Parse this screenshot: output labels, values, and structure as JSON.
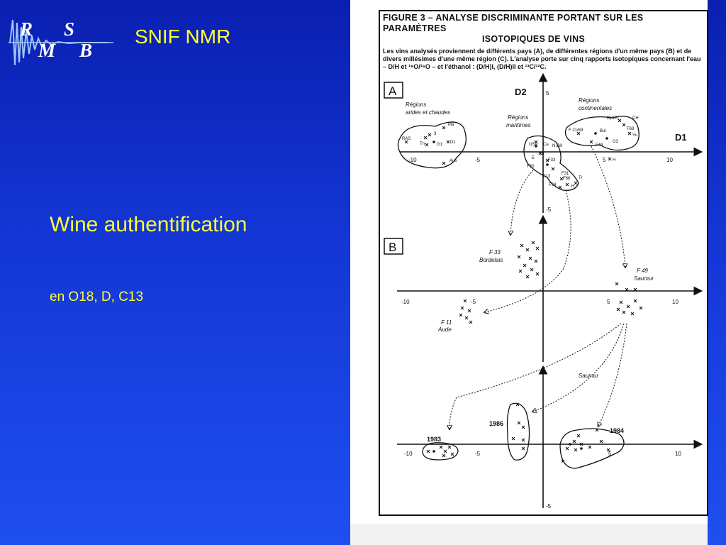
{
  "logo": {
    "r": "R",
    "s": "S",
    "m": "M",
    "b": "B"
  },
  "slide": {
    "title": "SNIF NMR",
    "subtitle": "Wine authentification",
    "note": "en O18, D, C13"
  },
  "figure": {
    "title_line1": "FIGURE 3 – ANALYSE DISCRIMINANTE PORTANT SUR LES PARAMÈTRES",
    "title_line2": "ISOTOPIQUES DE VINS",
    "caption": "Les vins analysés proviennent de différents pays (A), de différentes régions d'un même pays (B) et de divers millésimes d'une même région (C). L'analyse porte sur cinq rapports isotopiques concernant l'eau – D/H et ¹⁸O/¹⁶O – et l'éthanol : (D/H)I, (D/H)II et ¹³C/¹²C.",
    "panel_a": "A",
    "panel_b": "B",
    "axis_d1": "D1",
    "axis_d2": "D2",
    "ticks": {
      "m10": "-10",
      "m5": "-5",
      "p5": "5",
      "p10": "10"
    },
    "panel_a_labels": {
      "arid": "Régions",
      "arid2": "arides et chaudes",
      "maritime": "Régions",
      "maritime2": "maritimes",
      "continental": "Régions",
      "continental2": "continentales",
      "ras": "RAS",
      "tn": "Tn",
      "g1": "G1",
      "dz": "Dz",
      "ma": "Ma",
      "aus": "Aus",
      "pt3": "3",
      "usa": "USA",
      "ca": "Ca",
      "nzm": "N.Zél",
      "br": "Br",
      "e": "E",
      "f30": "F30",
      "f33": "F33",
      "f13": "F13",
      "f31": "F31",
      "f66": "F66",
      "f34": "F34",
      "tr": "Tr",
      "h": "H",
      "f21": "F 21/69",
      "drp": "D(RP)",
      "ch": "CH",
      "f68": "F68",
      "yu": "Yu",
      "bul": "Bul",
      "g3": "G3",
      "f49": "F49",
      "h2": "H"
    },
    "panel_b_labels": {
      "f33": "F 33",
      "bordelais": "Bordelais",
      "f11": "F 11",
      "aude": "Aude",
      "f49": "F 49",
      "saumur": "Saumur"
    },
    "panel_c_labels": {
      "saumur": "Saumur",
      "y1983": "1983",
      "y1986": "1986",
      "y1984": "1984"
    }
  }
}
